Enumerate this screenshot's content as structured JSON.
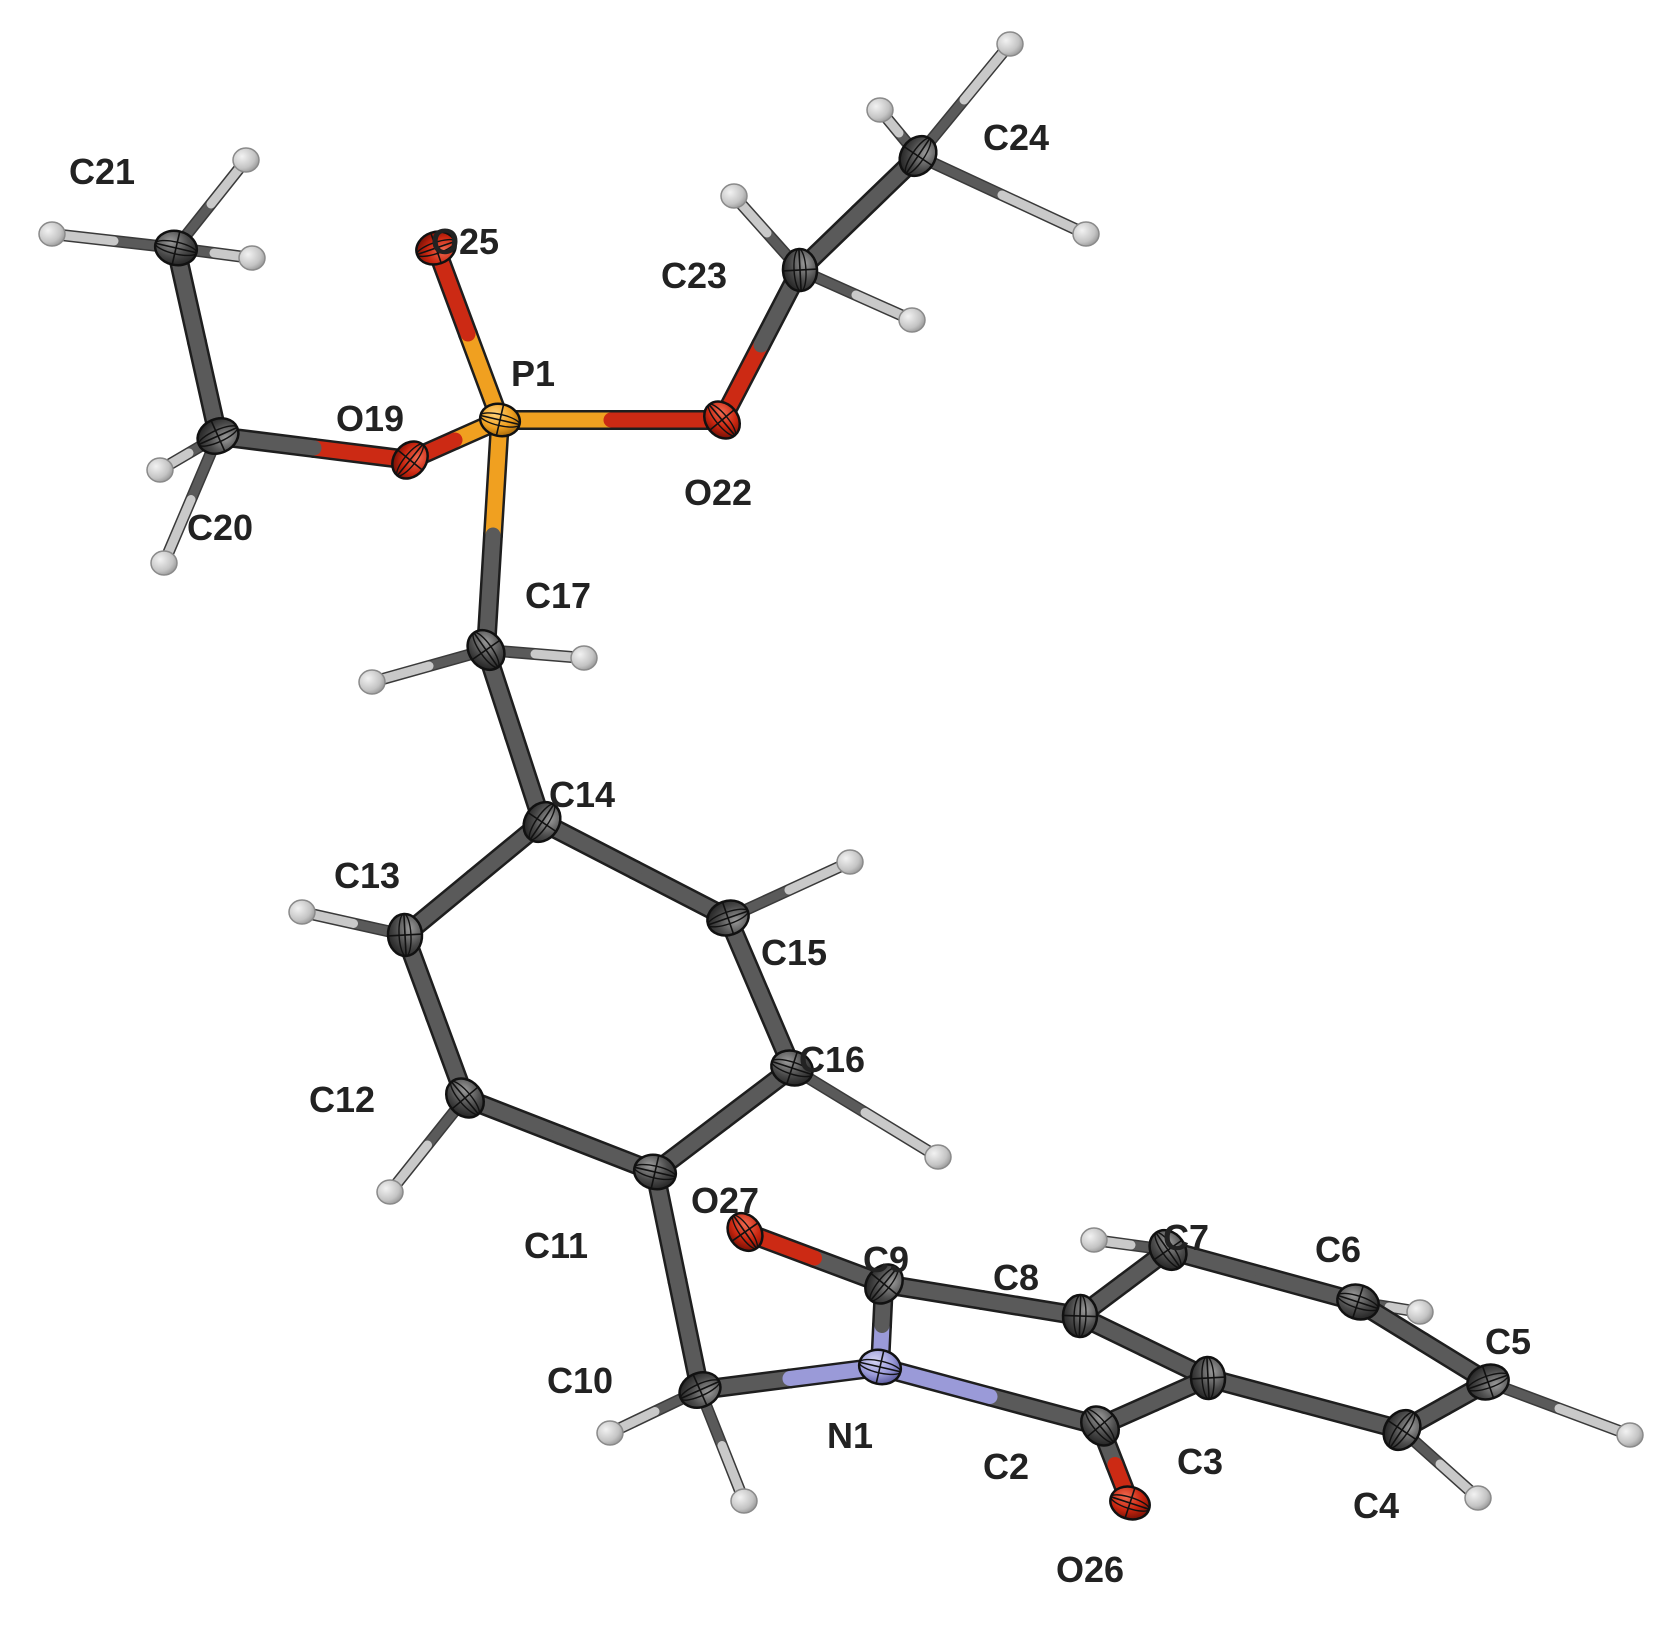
{
  "colors": {
    "carbon": "#5a5a5a",
    "carbon_dark": "#262626",
    "hydrogen": "#c9c9c9",
    "oxygen": "#cc2a14",
    "phosphorus": "#f0a020",
    "nitrogen": "#9a9ad8"
  },
  "atoms": [
    {
      "id": "P1",
      "label": "P1",
      "element": "P"
    },
    {
      "id": "O19",
      "label": "O19",
      "element": "O"
    },
    {
      "id": "O22",
      "label": "O22",
      "element": "O"
    },
    {
      "id": "O25",
      "label": "O25",
      "element": "O"
    },
    {
      "id": "C20",
      "label": "C20",
      "element": "C"
    },
    {
      "id": "C21",
      "label": "C21",
      "element": "C"
    },
    {
      "id": "C23",
      "label": "C23",
      "element": "C"
    },
    {
      "id": "C24",
      "label": "C24",
      "element": "C"
    },
    {
      "id": "C17",
      "label": "C17",
      "element": "C"
    },
    {
      "id": "C14",
      "label": "C14",
      "element": "C"
    },
    {
      "id": "C13",
      "label": "C13",
      "element": "C"
    },
    {
      "id": "C12",
      "label": "C12",
      "element": "C"
    },
    {
      "id": "C11",
      "label": "C11",
      "element": "C"
    },
    {
      "id": "C16",
      "label": "C16",
      "element": "C"
    },
    {
      "id": "C15",
      "label": "C15",
      "element": "C"
    },
    {
      "id": "C10",
      "label": "C10",
      "element": "C"
    },
    {
      "id": "N1",
      "label": "N1",
      "element": "N"
    },
    {
      "id": "C9",
      "label": "C9",
      "element": "C"
    },
    {
      "id": "O27",
      "label": "O27",
      "element": "O"
    },
    {
      "id": "C8",
      "label": "C8",
      "element": "C"
    },
    {
      "id": "C7",
      "label": "C7",
      "element": "C"
    },
    {
      "id": "C6",
      "label": "C6",
      "element": "C"
    },
    {
      "id": "C5",
      "label": "C5",
      "element": "C"
    },
    {
      "id": "C4",
      "label": "C4",
      "element": "C"
    },
    {
      "id": "C3",
      "label": "C3",
      "element": "C"
    },
    {
      "id": "C2",
      "label": "C2",
      "element": "C"
    },
    {
      "id": "O26",
      "label": "O26",
      "element": "O"
    }
  ],
  "bonds": [
    [
      "P1",
      "O25"
    ],
    [
      "P1",
      "O19"
    ],
    [
      "P1",
      "O22"
    ],
    [
      "P1",
      "C17"
    ],
    [
      "O19",
      "C20"
    ],
    [
      "C20",
      "C21"
    ],
    [
      "O22",
      "C23"
    ],
    [
      "C23",
      "C24"
    ],
    [
      "C17",
      "C14"
    ],
    [
      "C14",
      "C13"
    ],
    [
      "C13",
      "C12"
    ],
    [
      "C12",
      "C11"
    ],
    [
      "C11",
      "C16"
    ],
    [
      "C16",
      "C15"
    ],
    [
      "C15",
      "C14"
    ],
    [
      "C11",
      "C10"
    ],
    [
      "C10",
      "N1"
    ],
    [
      "N1",
      "C9"
    ],
    [
      "C9",
      "O27"
    ],
    [
      "C9",
      "C8"
    ],
    [
      "C8",
      "C7"
    ],
    [
      "C7",
      "C6"
    ],
    [
      "C6",
      "C5"
    ],
    [
      "C5",
      "C4"
    ],
    [
      "C4",
      "C3"
    ],
    [
      "C3",
      "C8"
    ],
    [
      "C3",
      "C2"
    ],
    [
      "C2",
      "N1"
    ],
    [
      "C2",
      "O26"
    ]
  ],
  "hydrogens": [
    {
      "on": "C21"
    },
    {
      "on": "C21"
    },
    {
      "on": "C21"
    },
    {
      "on": "C20"
    },
    {
      "on": "C20"
    },
    {
      "on": "C23"
    },
    {
      "on": "C23"
    },
    {
      "on": "C24"
    },
    {
      "on": "C24"
    },
    {
      "on": "C24"
    },
    {
      "on": "C17"
    },
    {
      "on": "C17"
    },
    {
      "on": "C13"
    },
    {
      "on": "C12"
    },
    {
      "on": "C15"
    },
    {
      "on": "C16"
    },
    {
      "on": "C10"
    },
    {
      "on": "C10"
    },
    {
      "on": "C7"
    },
    {
      "on": "C6"
    },
    {
      "on": "C5"
    },
    {
      "on": "C4"
    }
  ]
}
